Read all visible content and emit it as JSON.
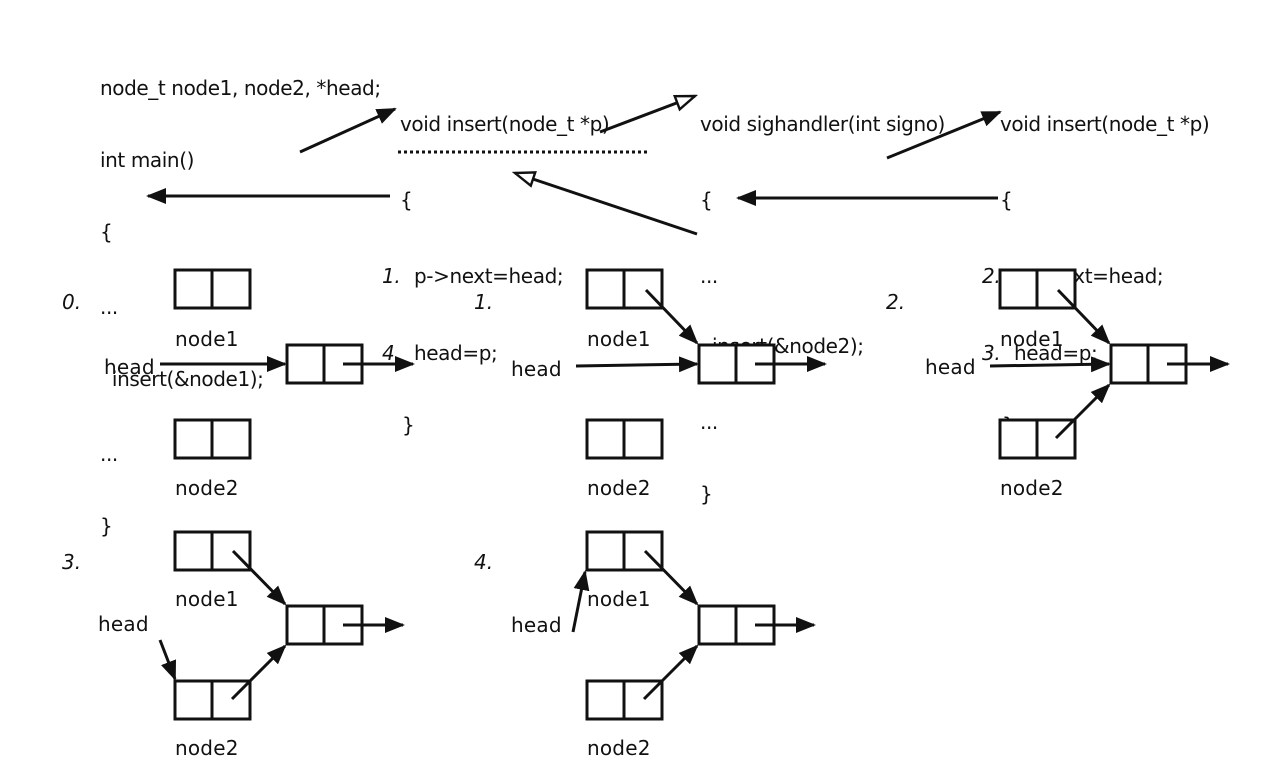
{
  "code": {
    "main": [
      "node_t node1, node2, *head;",
      "int main()",
      "{",
      "...",
      "  insert(&node1);",
      "...",
      "}"
    ],
    "insert1": {
      "sig": "void insert(node_t *p)",
      "open": "{",
      "n1": "1.",
      "l1": "p->next=head;",
      "n2": "4.",
      "l2": "head=p;",
      "close": "}"
    },
    "handler": [
      "void sighandler(int signo)",
      "{",
      "...",
      "insert(&node2);",
      "...",
      "}"
    ],
    "insert2": {
      "sig": "void insert(node_t *p)",
      "open": "{",
      "n1": "2.",
      "l1": "p->next=head;",
      "n2": "3.",
      "l2": "head=p;",
      "close": "}"
    }
  },
  "steps": [
    "0.",
    "1.",
    "2.",
    "3.",
    "4."
  ],
  "labels": {
    "node1": "node1",
    "node2": "node2",
    "head": "head"
  }
}
